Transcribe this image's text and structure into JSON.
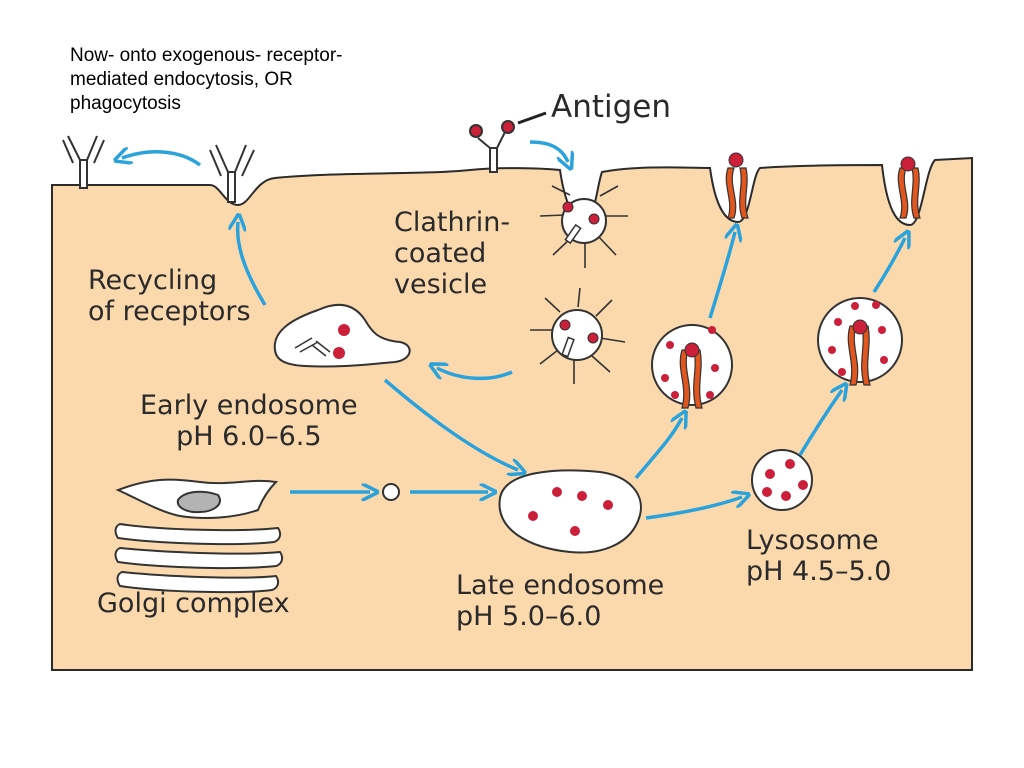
{
  "intro": {
    "line1": "Now- onto exogenous- receptor-",
    "line2": "mediated endocytosis, OR",
    "line3": "phagocytosis"
  },
  "labels": {
    "antigen": "Antigen",
    "clathrin": [
      "Clathrin-",
      "coated",
      "vesicle"
    ],
    "recycling": [
      "Recycling",
      "of receptors"
    ],
    "early_endosome": [
      "Early endosome",
      "pH 6.0–6.5"
    ],
    "golgi": "Golgi complex",
    "late_endosome": [
      "Late endosome",
      "pH 5.0–6.0"
    ],
    "lysosome": [
      "Lysosome",
      "pH 4.5–5.0"
    ]
  },
  "colors": {
    "cytoplasm": "#fbd9ad",
    "arrow": "#2aa3dc",
    "antigen": "#cc1f3a",
    "mhc": "#e0561e",
    "outline": "#222222"
  }
}
